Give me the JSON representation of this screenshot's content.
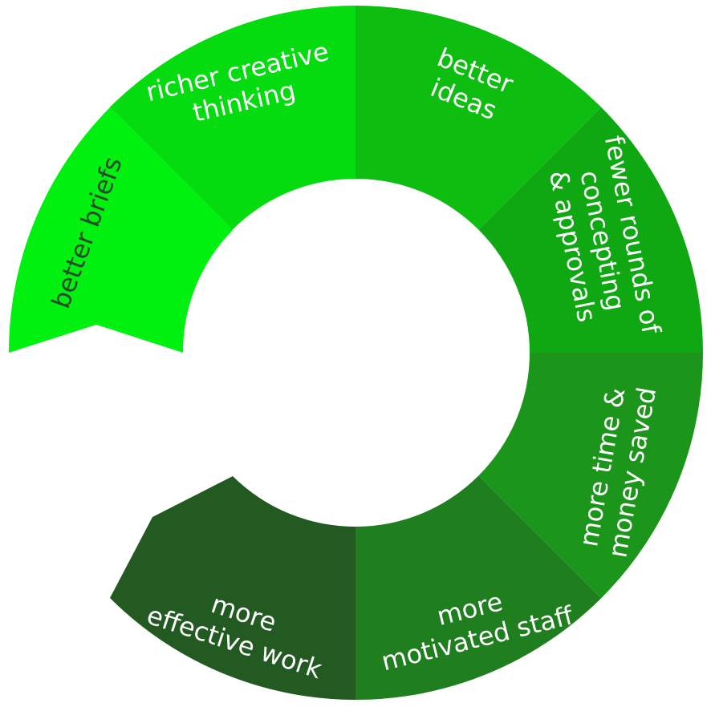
{
  "segments": [
    {
      "lines": [
        "better briefs"
      ],
      "color": "#00f010",
      "text_color": "#2a4a2a"
    },
    {
      "lines": [
        "richer creative",
        "thinking"
      ],
      "color": "#05dc10",
      "text_color": "#ffffff"
    },
    {
      "lines": [
        "better",
        "ideas"
      ],
      "color": "#0dbd10",
      "text_color": "#ffffff"
    },
    {
      "lines": [
        "fewer rounds of",
        "concepting",
        "& approvals"
      ],
      "color": "#10a812",
      "text_color": "#ffffff"
    },
    {
      "lines": [
        "more time &",
        "money saved"
      ],
      "color": "#1b951a",
      "text_color": "#ffffff"
    },
    {
      "lines": [
        "more",
        "motivated staff"
      ],
      "color": "#1f7f1e",
      "text_color": "#ffffff"
    },
    {
      "lines": [
        "more",
        "effective work"
      ],
      "color": "#235a22",
      "text_color": "#ffffff"
    }
  ]
}
